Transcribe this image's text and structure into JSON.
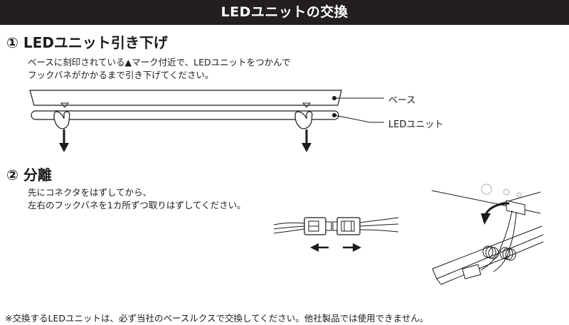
{
  "header": {
    "title": "LEDユニットの交換"
  },
  "step1": {
    "number": "①",
    "title": "LEDユニット引き下げ",
    "lines": [
      "ベースに刻印されている▲マーク付近で、LEDユニットをつかんで",
      "フックバネがかかるまで引き下げてください。"
    ],
    "labels": {
      "base": "ベース",
      "led_unit": "LEDユニット"
    }
  },
  "step2": {
    "number": "②",
    "title": "分離",
    "lines": [
      "先にコネクタをはずしてから、",
      "左右のフックバネを1カ所ずつ取りはずしてください。"
    ]
  },
  "footnote": "※交換するLEDユニットは、必ず当社のベースルクスで交換してください。他社製品では使用できません。"
}
